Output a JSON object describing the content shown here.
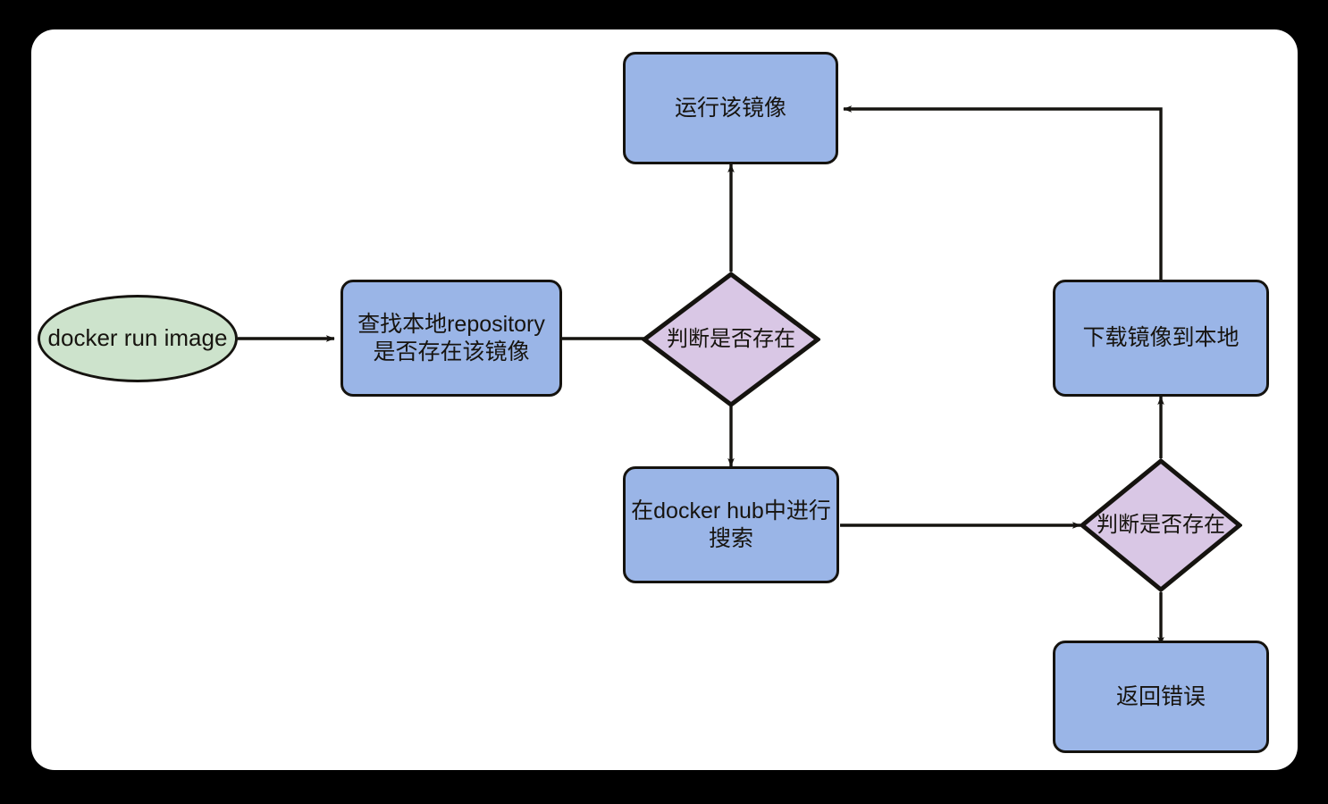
{
  "diagram": {
    "title": "docker run image flowchart",
    "background_color": "#000000",
    "sheet_color": "#ffffff",
    "stroke_color": "#15130f",
    "palette": {
      "process_fill": "#9ab5e7",
      "start_fill": "#cde3cc",
      "decision_fill": "#d9c7e5",
      "text_color": "#17140f"
    },
    "nodes": [
      {
        "id": "start",
        "shape": "ellipse",
        "label": "docker run image",
        "fill": "#cde3cc"
      },
      {
        "id": "search-local",
        "shape": "process",
        "label": "查找本地repository\n是否存在该镜像",
        "fill": "#9ab5e7"
      },
      {
        "id": "decision-local",
        "shape": "decision",
        "label": "判断是否存在",
        "fill": "#d9c7e5"
      },
      {
        "id": "run-image",
        "shape": "process",
        "label": "运行该镜像",
        "fill": "#9ab5e7"
      },
      {
        "id": "search-hub",
        "shape": "process",
        "label": "在docker hub中进行\n搜索",
        "fill": "#9ab5e7"
      },
      {
        "id": "decision-hub",
        "shape": "decision",
        "label": "判断是否存在",
        "fill": "#d9c7e5"
      },
      {
        "id": "download-image",
        "shape": "process",
        "label": "下载镜像到本地",
        "fill": "#9ab5e7"
      },
      {
        "id": "return-error",
        "shape": "process",
        "label": "返回错误",
        "fill": "#9ab5e7"
      }
    ],
    "edges": [
      {
        "id": "e1",
        "from": "start",
        "to": "search-local",
        "label": ""
      },
      {
        "id": "e2",
        "from": "search-local",
        "to": "decision-local",
        "label": ""
      },
      {
        "id": "e3",
        "from": "decision-local",
        "to": "run-image",
        "label": ""
      },
      {
        "id": "e4",
        "from": "decision-local",
        "to": "search-hub",
        "label": ""
      },
      {
        "id": "e5",
        "from": "search-hub",
        "to": "decision-hub",
        "label": ""
      },
      {
        "id": "e6",
        "from": "decision-hub",
        "to": "download-image",
        "label": ""
      },
      {
        "id": "e7",
        "from": "decision-hub",
        "to": "return-error",
        "label": ""
      },
      {
        "id": "e8",
        "from": "download-image",
        "to": "run-image",
        "label": ""
      }
    ]
  }
}
